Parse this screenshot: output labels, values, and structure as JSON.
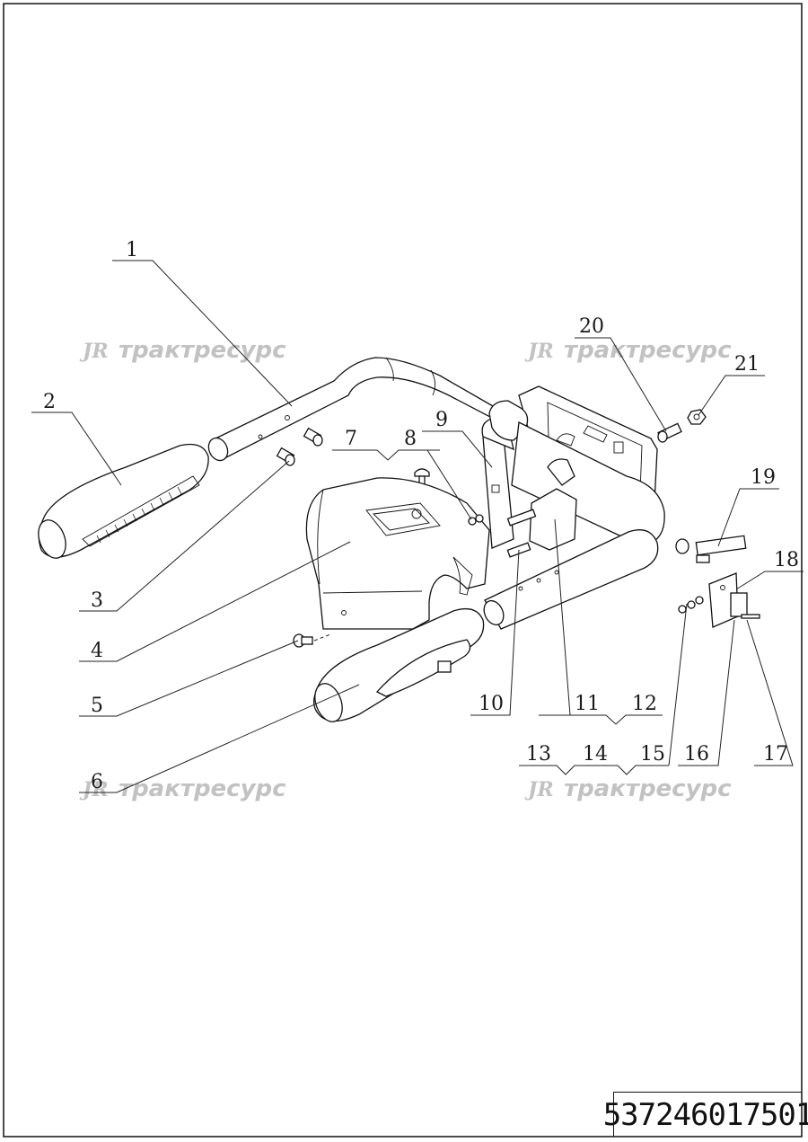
{
  "drawing": {
    "document_number": "537246017501",
    "watermark": "трактресурс",
    "watermark_logo": "JR"
  },
  "callouts": {
    "c1": "1",
    "c2": "2",
    "c3": "3",
    "c4": "4",
    "c5": "5",
    "c6": "6",
    "c7": "7",
    "c8": "8",
    "c9": "9",
    "c10": "10",
    "c11": "11",
    "c12": "12",
    "c13": "13",
    "c14": "14",
    "c15": "15",
    "c16": "16",
    "c17": "17",
    "c18": "18",
    "c19": "19",
    "c20": "20",
    "c21": "21"
  }
}
